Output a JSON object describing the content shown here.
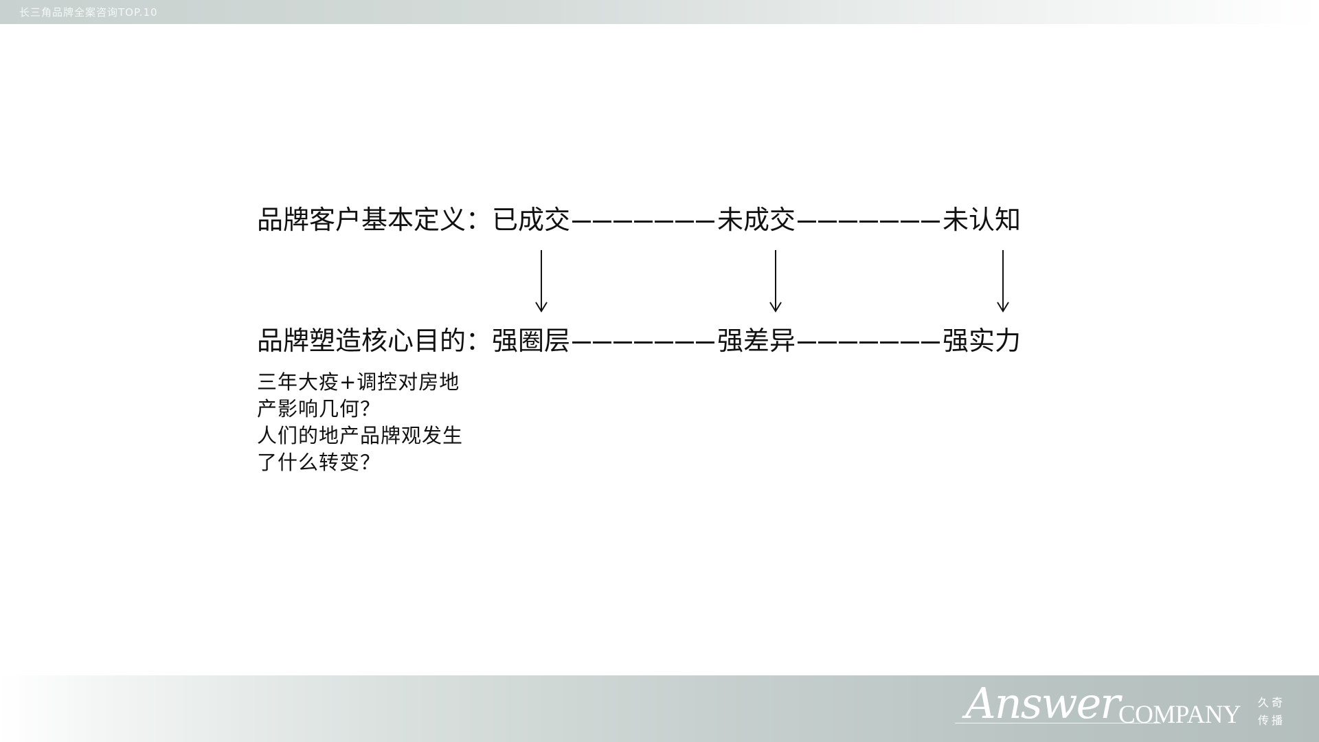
{
  "header": {
    "title": "长三角品牌全案咨询TOP.10"
  },
  "diagram": {
    "row1": {
      "label": "品牌客户基本定义：",
      "stages": [
        "已成交",
        "未成交",
        "未认知"
      ]
    },
    "row2": {
      "label": "品牌塑造核心目的：",
      "stages": [
        "强圈层",
        "强差异",
        "强实力"
      ]
    }
  },
  "question": {
    "lines": [
      "三年大疫+调控对房地",
      "产影响几何？",
      "人们的地产品牌观发生",
      "了什么转变？"
    ]
  },
  "footer": {
    "brand_script": "Answer",
    "brand_company": "COMPANY",
    "brand_cn_line1": "久奇",
    "brand_cn_line2": "传播"
  },
  "colors": {
    "text": "#111111",
    "band": "#c3ccca"
  }
}
